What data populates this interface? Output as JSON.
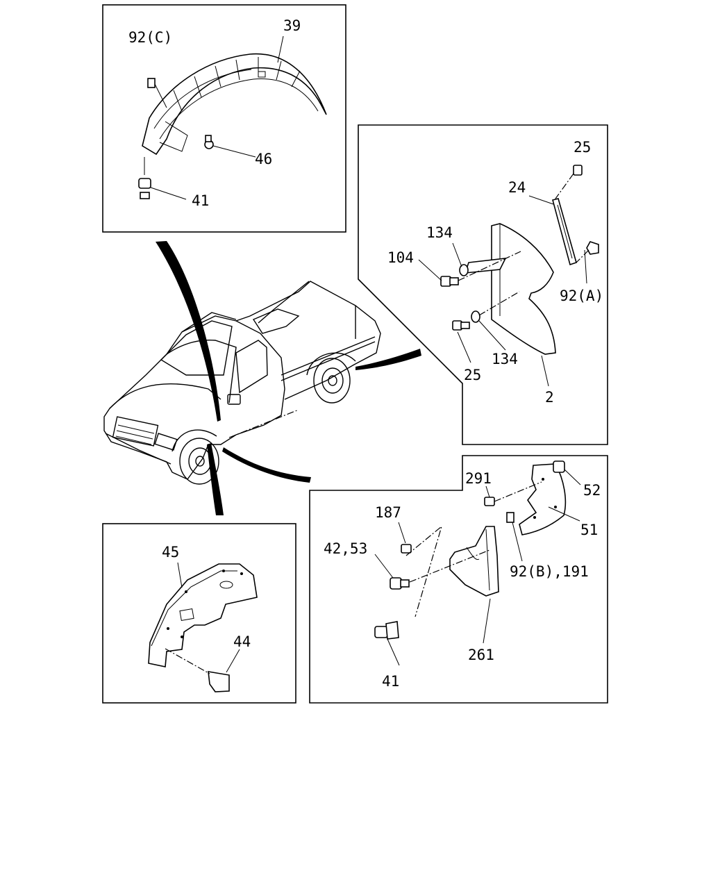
{
  "callouts": {
    "p39": "39",
    "p92c": "92(C)",
    "p46": "46",
    "p41_top": "41",
    "p25_top": "25",
    "p24": "24",
    "p134_top": "134",
    "p104": "104",
    "p92a": "92(A)",
    "p25_bottom": "25",
    "p134_bottom": "134",
    "p2": "2",
    "p291": "291",
    "p52": "52",
    "p51": "51",
    "p187": "187",
    "p42_53": "42,53",
    "p92b_191": "92(B),191",
    "p261": "261",
    "p41_bottom": "41",
    "p45": "45",
    "p44": "44"
  }
}
